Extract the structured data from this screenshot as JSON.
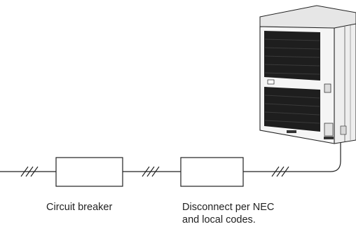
{
  "labels": {
    "circuit_breaker": "Circuit breaker",
    "disconnect_line1": "Disconnect per NEC",
    "disconnect_line2": "and local codes."
  },
  "colors": {
    "line": "#222222",
    "unit_body": "#f2f2f2",
    "unit_grille": "#1e1e1e"
  },
  "icons": {
    "outdoor_unit": "outdoor-condenser-unit",
    "wire_marks": "three-conductor-slash-marks"
  }
}
